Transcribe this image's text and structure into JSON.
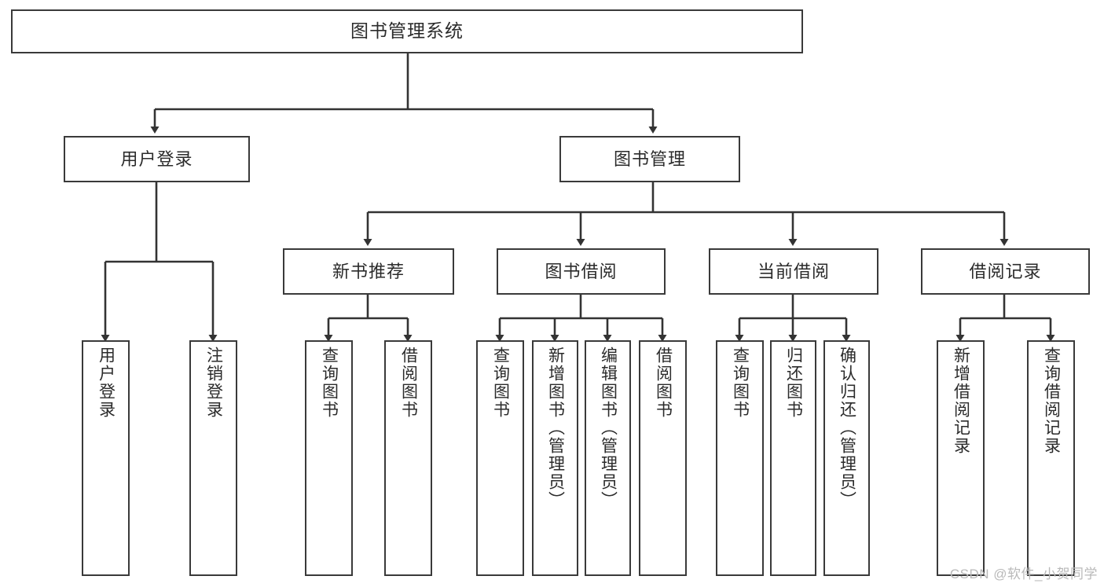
{
  "diagram": {
    "title": "图书管理系统",
    "style": {
      "background": "#ffffff",
      "box_border": "#3a3a3a",
      "box_fill": "#ffffff",
      "text": "#2b2b2b",
      "connector": "#333333",
      "watermark": "#b9b9b9"
    },
    "watermark": "CSDN @软件_小贺同学",
    "levels": [
      {
        "level": 0,
        "nodes": [
          {
            "id": "root",
            "label": "图书管理系统",
            "orientation": "horizontal"
          }
        ]
      },
      {
        "level": 1,
        "nodes": [
          {
            "id": "user-login",
            "label": "用户登录",
            "orientation": "horizontal",
            "parent": "root"
          },
          {
            "id": "book-manage",
            "label": "图书管理",
            "orientation": "horizontal",
            "parent": "root"
          }
        ]
      },
      {
        "level": 2,
        "nodes": [
          {
            "id": "new-book-rec",
            "label": "新书推荐",
            "orientation": "horizontal",
            "parent": "book-manage"
          },
          {
            "id": "book-borrow",
            "label": "图书借阅",
            "orientation": "horizontal",
            "parent": "book-manage"
          },
          {
            "id": "current-borrow",
            "label": "当前借阅",
            "orientation": "horizontal",
            "parent": "book-manage"
          },
          {
            "id": "borrow-record",
            "label": "借阅记录",
            "orientation": "horizontal",
            "parent": "book-manage"
          }
        ]
      },
      {
        "level": 3,
        "nodes": [
          {
            "id": "leaf-user-login",
            "label": "用户登录",
            "orientation": "vertical",
            "parent": "user-login"
          },
          {
            "id": "leaf-logout-login",
            "label": "注销登录",
            "orientation": "vertical",
            "parent": "user-login"
          },
          {
            "id": "leaf-query-book-1",
            "label": "查询图书",
            "orientation": "vertical",
            "parent": "new-book-rec"
          },
          {
            "id": "leaf-borrow-book-1",
            "label": "借阅图书",
            "orientation": "vertical",
            "parent": "new-book-rec"
          },
          {
            "id": "leaf-query-book-2",
            "label": "查询图书",
            "orientation": "vertical",
            "parent": "book-borrow"
          },
          {
            "id": "leaf-add-book",
            "label": "新增图书（管理员）",
            "orientation": "vertical",
            "parent": "book-borrow"
          },
          {
            "id": "leaf-edit-book",
            "label": "编辑图书（管理员）",
            "orientation": "vertical",
            "parent": "book-borrow"
          },
          {
            "id": "leaf-borrow-book-2",
            "label": "借阅图书",
            "orientation": "vertical",
            "parent": "book-borrow"
          },
          {
            "id": "leaf-query-book-3",
            "label": "查询图书",
            "orientation": "vertical",
            "parent": "current-borrow"
          },
          {
            "id": "leaf-return-book",
            "label": "归还图书",
            "orientation": "vertical",
            "parent": "current-borrow"
          },
          {
            "id": "leaf-confirm-return",
            "label": "确认归还（管理员）",
            "orientation": "vertical",
            "parent": "current-borrow"
          },
          {
            "id": "leaf-add-record",
            "label": "新增借阅记录",
            "orientation": "vertical",
            "parent": "borrow-record"
          },
          {
            "id": "leaf-query-record",
            "label": "查询借阅记录",
            "orientation": "vertical",
            "parent": "borrow-record"
          }
        ]
      }
    ]
  }
}
